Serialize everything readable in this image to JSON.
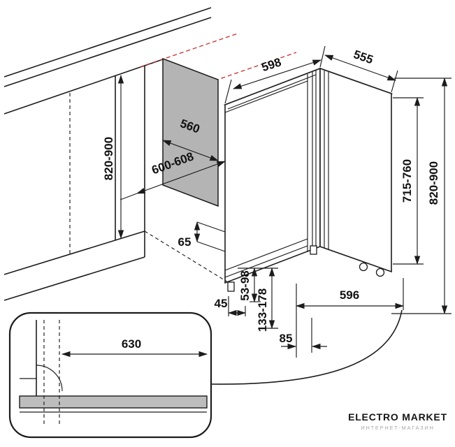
{
  "diagram": {
    "labels": {
      "appliance_width": "598",
      "appliance_depth": "555",
      "niche_depth": "560",
      "niche_width": "600-608",
      "niche_height_left": "820-900",
      "appliance_height": "715-760",
      "niche_height_right": "820-900",
      "foot_inset": "65",
      "front_offset": "45",
      "leveling_range_front": "53-98",
      "leveling_range_rear": "133-178",
      "base_span": "596",
      "rear_foot_offset": "85",
      "detail_width": "630"
    },
    "colors": {
      "line": "#1c1c1c",
      "panel_fill": "#b4b4b4",
      "plinth_fill": "#bdbdbd",
      "guide": "#c62f2f"
    }
  },
  "branding": {
    "logo_text": "ELECTRO MARKET",
    "logo_subtext": "ИНТЕРНЕТ-МАГАЗИН"
  }
}
